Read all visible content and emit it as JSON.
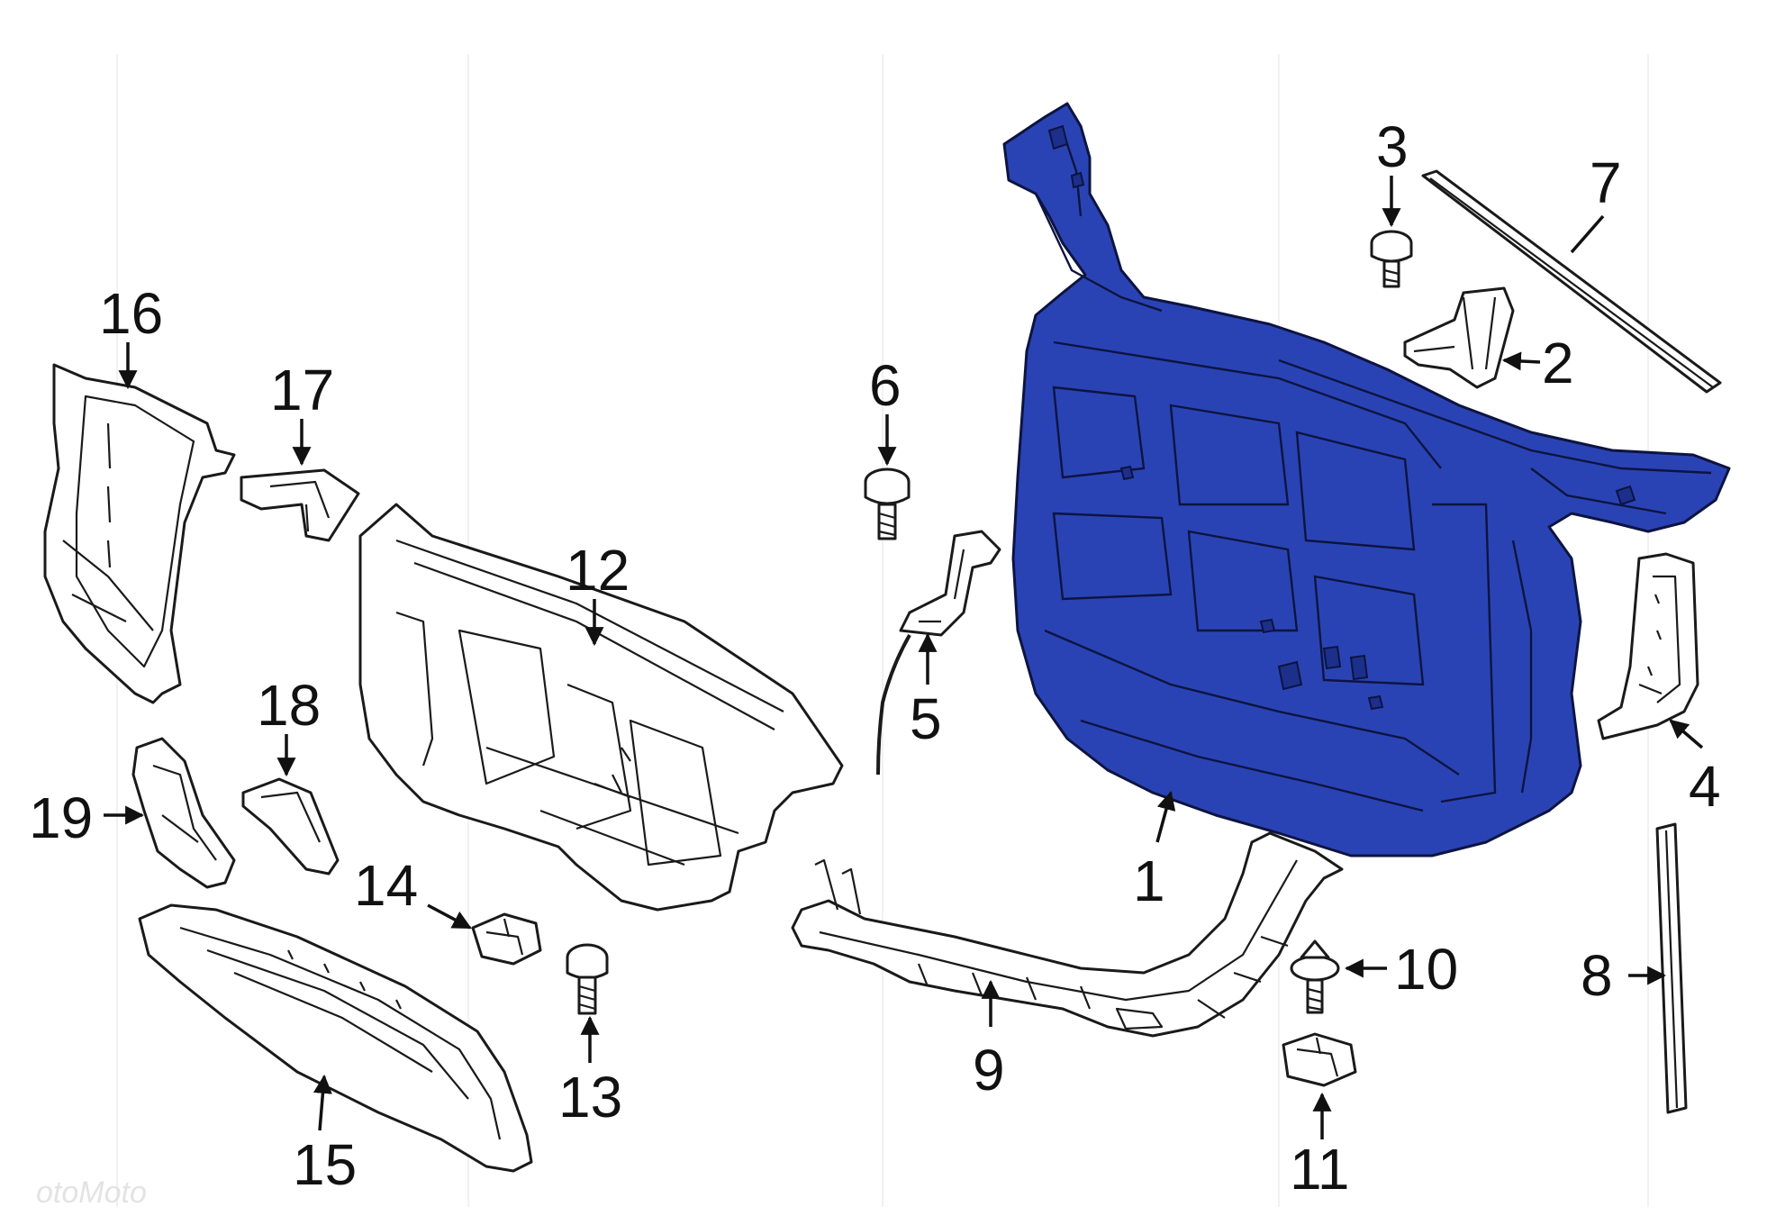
{
  "diagram": {
    "part_labels": {
      "p1": "1",
      "p2": "2",
      "p3": "3",
      "p4": "4",
      "p5": "5",
      "p6": "6",
      "p7": "7",
      "p8": "8",
      "p9": "9",
      "p10": "10",
      "p11": "11",
      "p12": "12",
      "p13": "13",
      "p14": "14",
      "p15": "15",
      "p16": "16",
      "p17": "17",
      "p18": "18",
      "p19": "19"
    },
    "highlight_color": "#2a43b4",
    "highlighted_part": "1"
  },
  "watermark": "otoMoto"
}
